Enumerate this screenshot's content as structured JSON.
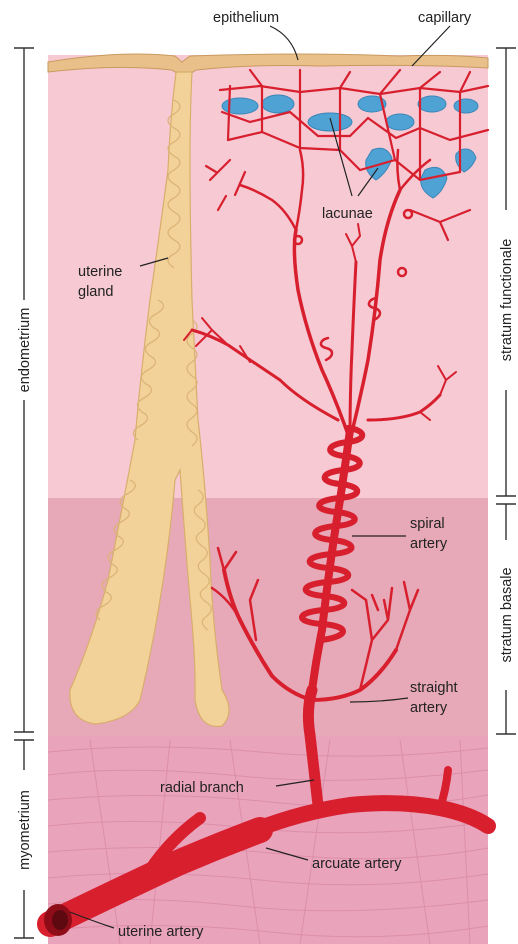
{
  "labels": {
    "epithelium": "epithelium",
    "capillary": "capillary",
    "lacunae": "lacunae",
    "uterine_gland_line1": "uterine",
    "uterine_gland_line2": "gland",
    "spiral_artery_line1": "spiral",
    "spiral_artery_line2": "artery",
    "straight_artery_line1": "straight",
    "straight_artery_line2": "artery",
    "radial_branch": "radial branch",
    "arcuate_artery": "arcuate artery",
    "uterine_artery": "uterine artery"
  },
  "side_labels": {
    "endometrium": "endometrium",
    "myometrium": "myometrium",
    "stratum_functionale": "stratum functionale",
    "stratum_basale": "stratum basale"
  },
  "colors": {
    "functionale_bg": "#f6c9d3",
    "basale_bg": "#e7a9b7",
    "myometrium_bg": "#e9a3bb",
    "epithelium": "#e9c08a",
    "gland": "#f3d29a",
    "artery": "#d81f2e",
    "lacunae": "#4fa3d4"
  }
}
